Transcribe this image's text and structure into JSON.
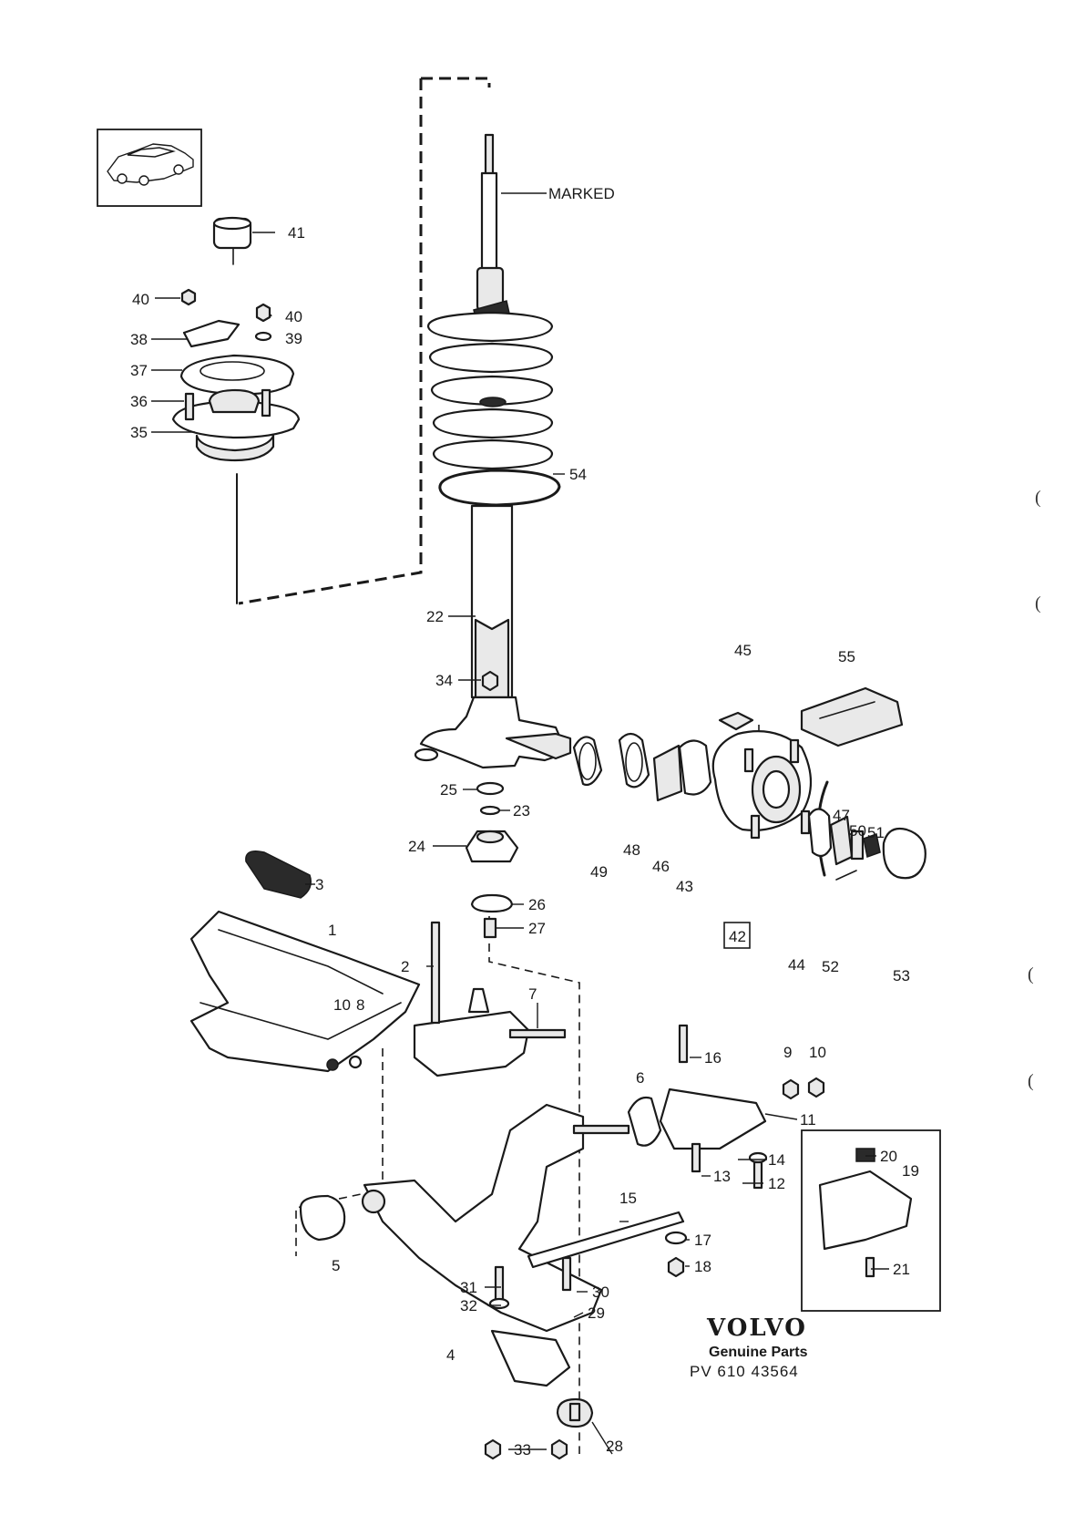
{
  "labels": {
    "marked": "MARKED",
    "p1": "1",
    "p2": "2",
    "p3": "3",
    "p4": "4",
    "p5": "5",
    "p6": "6",
    "p7": "7",
    "p8": "8",
    "p9": "9",
    "p10a": "10",
    "p10b": "10",
    "p11": "11",
    "p12": "12",
    "p13": "13",
    "p14": "14",
    "p15": "15",
    "p16": "16",
    "p17": "17",
    "p18": "18",
    "p19": "19",
    "p20": "20",
    "p21": "21",
    "p22": "22",
    "p23": "23",
    "p24": "24",
    "p25": "25",
    "p26": "26",
    "p27": "27",
    "p28": "28",
    "p29": "29",
    "p30": "30",
    "p31": "31",
    "p32": "32",
    "p33": "33",
    "p34": "34",
    "p35": "35",
    "p36": "36",
    "p37": "37",
    "p38": "38",
    "p39": "39",
    "p40a": "40",
    "p40b": "40",
    "p41": "41",
    "p42": "42",
    "p43": "43",
    "p44": "44",
    "p45": "45",
    "p46": "46",
    "p47": "47",
    "p48": "48",
    "p49": "49",
    "p50": "50",
    "p51": "51",
    "p52": "52",
    "p53": "53",
    "p54": "54",
    "p55": "55"
  },
  "footer": {
    "brand": "VOLVO",
    "tagline": "Genuine Parts",
    "code": "PV 610 43564"
  },
  "colors": {
    "ink": "#1a1a1a",
    "paper": "#ffffff"
  }
}
